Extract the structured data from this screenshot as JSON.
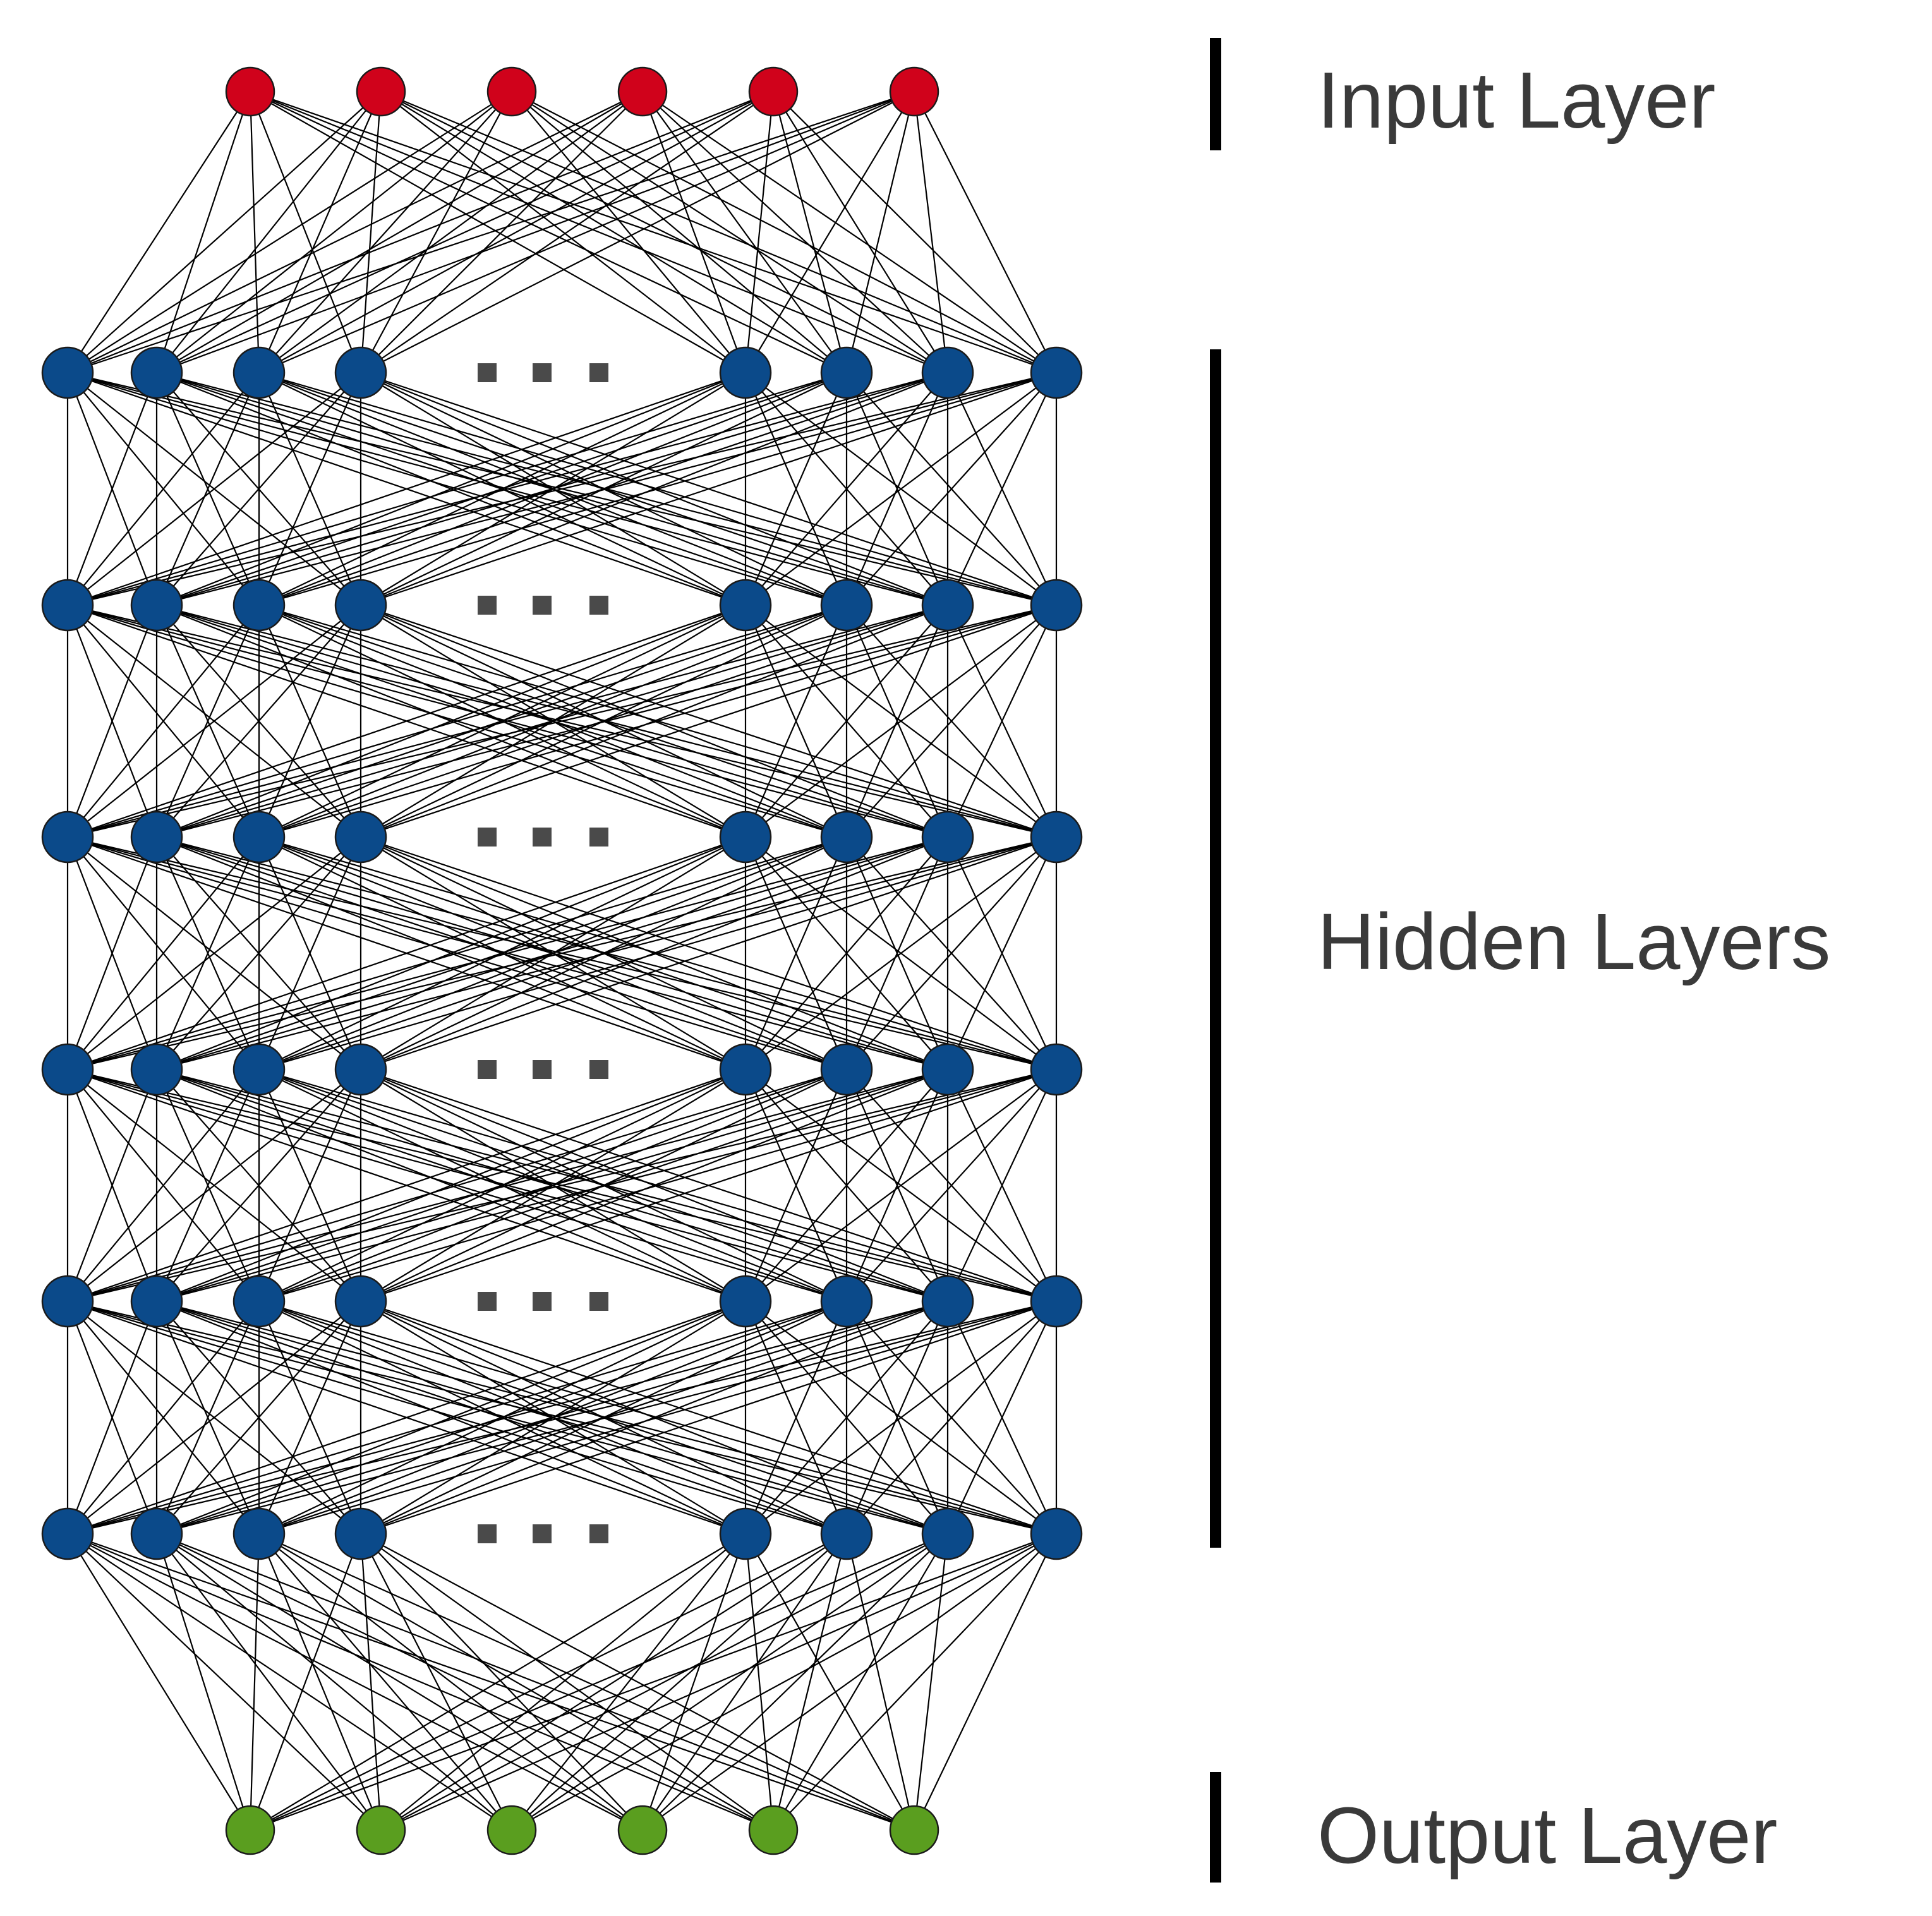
{
  "labels": {
    "input": "Input Layer",
    "hidden": "Hidden Layers",
    "output": "Output Layer"
  },
  "layers": [
    {
      "name": "input",
      "role": "Input Layer",
      "visible_node_count": 6,
      "color": "#d0021b",
      "ellipsis": false
    },
    {
      "name": "hidden-1",
      "role": "Hidden Layers",
      "visible_node_count": 8,
      "color": "#0b4a8a",
      "ellipsis": true
    },
    {
      "name": "hidden-2",
      "role": "Hidden Layers",
      "visible_node_count": 8,
      "color": "#0b4a8a",
      "ellipsis": true
    },
    {
      "name": "hidden-3",
      "role": "Hidden Layers",
      "visible_node_count": 8,
      "color": "#0b4a8a",
      "ellipsis": true
    },
    {
      "name": "hidden-4",
      "role": "Hidden Layers",
      "visible_node_count": 8,
      "color": "#0b4a8a",
      "ellipsis": true
    },
    {
      "name": "hidden-5",
      "role": "Hidden Layers",
      "visible_node_count": 8,
      "color": "#0b4a8a",
      "ellipsis": true
    },
    {
      "name": "hidden-6",
      "role": "Hidden Layers",
      "visible_node_count": 8,
      "color": "#0b4a8a",
      "ellipsis": true
    },
    {
      "name": "output",
      "role": "Output Layer",
      "visible_node_count": 6,
      "color": "#5a9e1f",
      "ellipsis": false
    }
  ],
  "connectivity": "fully-connected",
  "colors": {
    "input_node": "#d0021b",
    "hidden_node": "#0b4a8a",
    "output_node": "#5a9e1f",
    "edge": "#000000",
    "label_text": "#3a3a3a"
  }
}
